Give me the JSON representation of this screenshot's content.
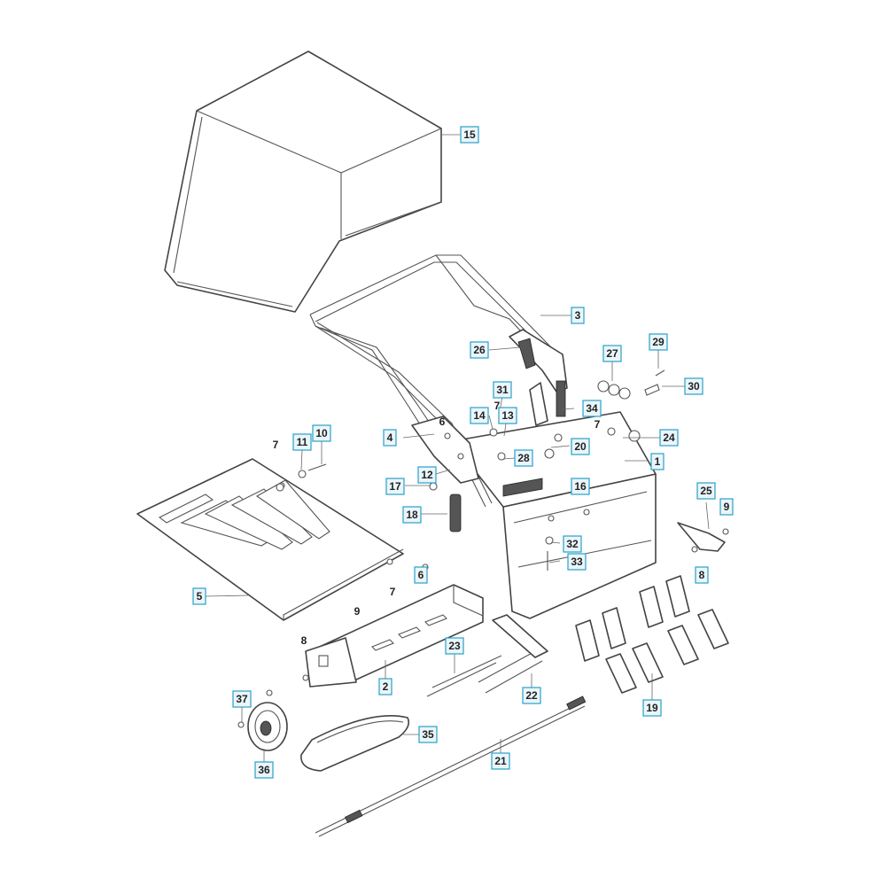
{
  "diagram": {
    "colors": {
      "line": "#444444",
      "callout_fill": "#eaf6fb",
      "callout_border": "#2aa0c8"
    },
    "boxed_callouts": [
      {
        "id": "c15",
        "text": "15"
      },
      {
        "id": "c3",
        "text": "3"
      },
      {
        "id": "c26",
        "text": "26"
      },
      {
        "id": "c27",
        "text": "27"
      },
      {
        "id": "c29",
        "text": "29"
      },
      {
        "id": "c30",
        "text": "30"
      },
      {
        "id": "c31",
        "text": "31"
      },
      {
        "id": "c14",
        "text": "14"
      },
      {
        "id": "c13",
        "text": "13"
      },
      {
        "id": "c34",
        "text": "34"
      },
      {
        "id": "c4",
        "text": "4"
      },
      {
        "id": "c20",
        "text": "20"
      },
      {
        "id": "c24",
        "text": "24"
      },
      {
        "id": "c11",
        "text": "11"
      },
      {
        "id": "c10",
        "text": "10"
      },
      {
        "id": "c28",
        "text": "28"
      },
      {
        "id": "c1",
        "text": "1"
      },
      {
        "id": "c12",
        "text": "12"
      },
      {
        "id": "c17",
        "text": "17"
      },
      {
        "id": "c16",
        "text": "16"
      },
      {
        "id": "c25",
        "text": "25"
      },
      {
        "id": "c9b",
        "text": "9"
      },
      {
        "id": "c18",
        "text": "18"
      },
      {
        "id": "c32",
        "text": "32"
      },
      {
        "id": "c33",
        "text": "33"
      },
      {
        "id": "c6b",
        "text": "6"
      },
      {
        "id": "c8b",
        "text": "8"
      },
      {
        "id": "c5",
        "text": "5"
      },
      {
        "id": "c23",
        "text": "23"
      },
      {
        "id": "c2",
        "text": "2"
      },
      {
        "id": "c22",
        "text": "22"
      },
      {
        "id": "c19",
        "text": "19"
      },
      {
        "id": "c37",
        "text": "37"
      },
      {
        "id": "c35",
        "text": "35"
      },
      {
        "id": "c21",
        "text": "21"
      },
      {
        "id": "c36",
        "text": "36"
      }
    ],
    "plain_labels": [
      {
        "id": "p7a",
        "text": "7"
      },
      {
        "id": "p7b",
        "text": "7"
      },
      {
        "id": "p6a",
        "text": "6"
      },
      {
        "id": "p7c",
        "text": "7"
      },
      {
        "id": "p7d",
        "text": "7"
      },
      {
        "id": "p9a",
        "text": "9"
      },
      {
        "id": "p8a",
        "text": "8"
      }
    ]
  }
}
